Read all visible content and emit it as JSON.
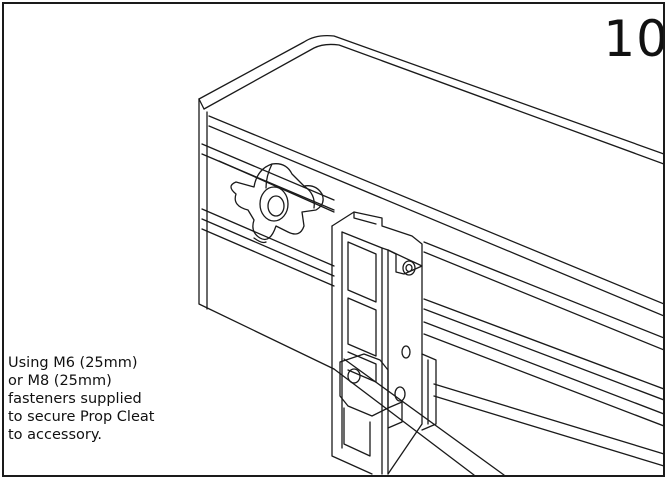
{
  "step": {
    "number": "10"
  },
  "caption": {
    "lines": [
      "Using M6 (25mm)",
      "or M8 (25mm)",
      "fasteners supplied",
      "to secure Prop Cleat",
      "to accessory."
    ]
  },
  "colors": {
    "line": "#1a1a1a",
    "background": "#ffffff"
  }
}
